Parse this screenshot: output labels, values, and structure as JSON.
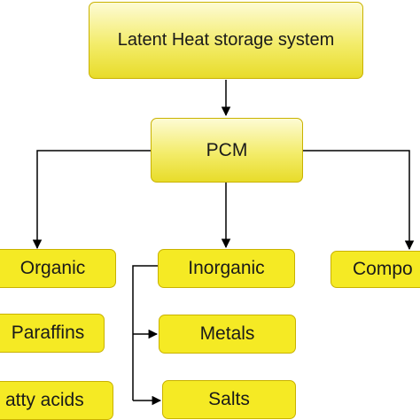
{
  "nodes": {
    "root": "Latent Heat storage system",
    "pcm": "PCM",
    "organic": "Organic",
    "inorganic": "Inorganic",
    "composite": "Compo",
    "paraffins": "Paraffins",
    "fatty_acids": "atty acids",
    "metals": "Metals",
    "salts": "Salts"
  },
  "colors": {
    "box_fill": "#f5ea24",
    "box_border": "#c9b200",
    "gradient_top": "#fdfbd4",
    "gradient_bottom": "#e8dc2a",
    "line": "#000000"
  }
}
